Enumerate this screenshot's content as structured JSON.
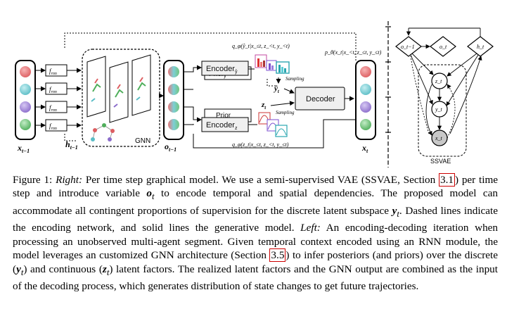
{
  "figure": {
    "gnn_label": "GNN",
    "ssvae_label": "SSVAE",
    "encoder_y": "Encoder",
    "encoder_y_sub": "ŷ",
    "encoder_z": "Encoder",
    "encoder_z_sub": "z",
    "prior_y": "Prior",
    "prior_y_sub": "y",
    "prior_z": "Prior",
    "decoder": "Decoder",
    "frnn": "f",
    "frnn_sub": "rnn",
    "sampling_1": "Sampling",
    "sampling_2": "Sampling",
    "x_prev": "x",
    "x_prev_sub": "t−1",
    "h_prev": "h",
    "h_prev_sub": "t−1",
    "o_prev": "o",
    "o_prev_sub": "t−1",
    "x_t": "x",
    "x_t_sub": "t",
    "y_hat": "ŷ",
    "y_hat_sub": "t",
    "z_t": "z",
    "z_t_sub": "t",
    "q_y": "q_φ(ŷ_t|x_≤t, z_<t, y_<t)",
    "q_z": "q_φ(z_t|x_≤t, z_<t, y_≤t)",
    "p_theta": "p_θ(x_t|x_<t, z_≤t, y_≤t)",
    "graph_o_prev": "o_t−1",
    "graph_o_t": "o_t",
    "graph_h_t": "h_t",
    "graph_z_t": "z_t",
    "graph_y_t": "y_t",
    "graph_x_t": "x_t",
    "agent_colors": [
      "#e8787a",
      "#7ccfd6",
      "#a58ad8",
      "#74c47e"
    ]
  },
  "caption": {
    "fig_label": "Figure 1:",
    "right_label": "Right:",
    "text_1": " Per time step graphical model. We use a semi-supervised VAE (SSVAE, Section ",
    "ref_1": "3.1",
    "text_2": ") per time step and introduce variable ",
    "var_o": "o",
    "var_o_sub": "t",
    "text_3": " to encode temporal and spatial dependencies. The proposed model can accommodate all contingent proportions of supervision for the discrete latent subspace ",
    "var_y": "y",
    "var_y_sub": "t",
    "text_4": ". Dashed lines indicate the encoding network, and solid lines the generative model. ",
    "left_label": "Left:",
    "text_5": " An encoding-decoding iteration when processing an unobserved multi-agent segment. Given temporal context encoded using an RNN module, the model leverages an customized GNN architecture (Section ",
    "ref_2": "3.5",
    "text_6": ") to infer posteriors (and priors) over the discrete (",
    "var_y2": "y",
    "var_y2_sub": "t",
    "text_7": ") and continuous (",
    "var_z": "z",
    "var_z_sub": "t",
    "text_8": ") latent factors. The realized latent factors and the GNN output are combined as the input of the decoding process, which generates distribution of state changes to get future trajectories."
  }
}
